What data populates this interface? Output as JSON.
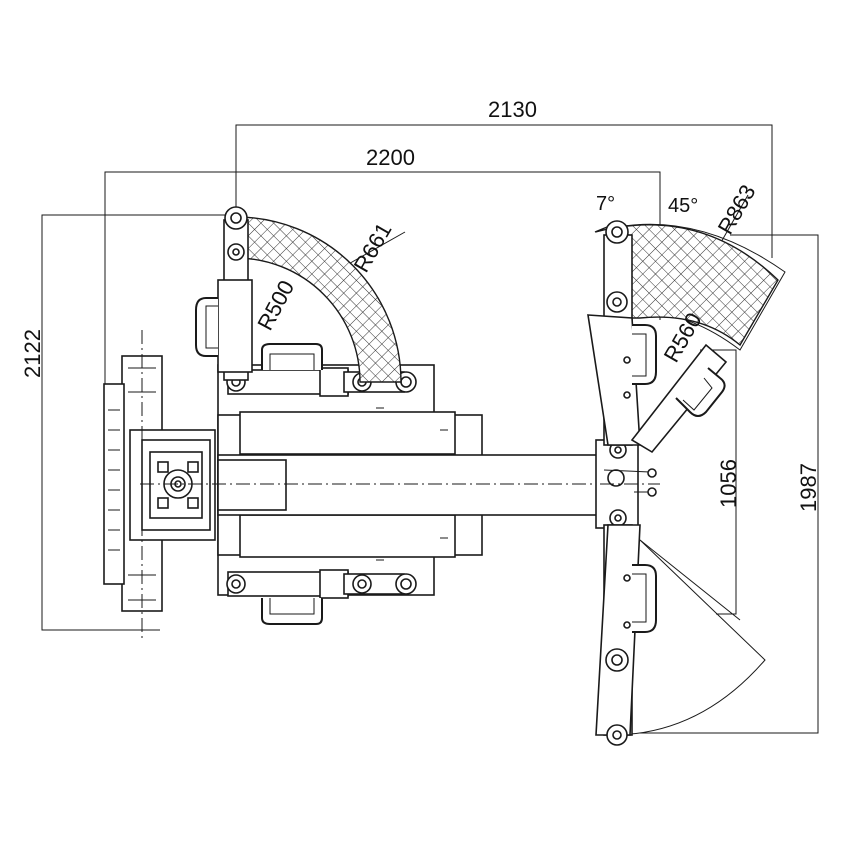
{
  "dimensions": {
    "overall_width_top": "2130",
    "overall_width_frame": "2200",
    "overall_height_left": "2122",
    "height_right_total": "1987",
    "height_right_inner": "1056"
  },
  "radii": {
    "r_outer_arm": "R661",
    "r_inner_arm": "R500",
    "r_right_outer": "R863",
    "r_right_inner": "R560"
  },
  "angles": {
    "small_angle": "7°",
    "large_angle": "45°"
  },
  "colors": {
    "line": "#1a1a1a",
    "background": "#ffffff"
  }
}
